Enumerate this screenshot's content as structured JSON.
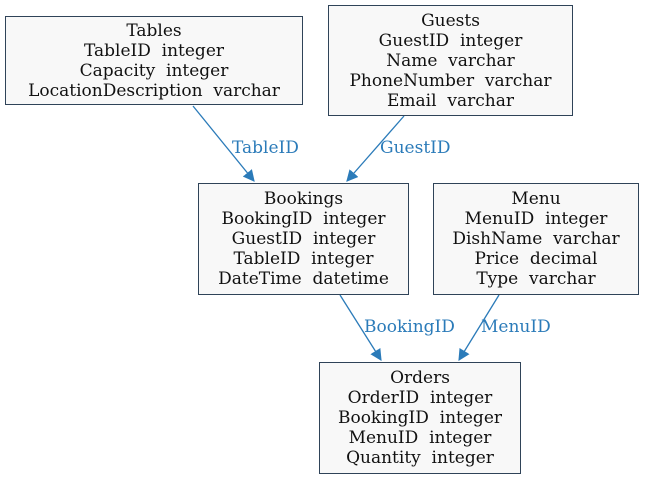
{
  "colors": {
    "node_fill": "#f8f8f8",
    "node_border": "#2f4358",
    "edge": "#2b7bb9",
    "edge_label": "#2b7bb9",
    "text": "#111111"
  },
  "tables": {
    "tables": {
      "title": "Tables",
      "fields": [
        "TableID  integer",
        "Capacity  integer",
        "LocationDescription  varchar"
      ]
    },
    "guests": {
      "title": "Guests",
      "fields": [
        "GuestID  integer",
        "Name  varchar",
        "PhoneNumber  varchar",
        "Email  varchar"
      ]
    },
    "bookings": {
      "title": "Bookings",
      "fields": [
        "BookingID  integer",
        "GuestID  integer",
        "TableID  integer",
        "DateTime  datetime"
      ]
    },
    "menu": {
      "title": "Menu",
      "fields": [
        "MenuID  integer",
        "DishName  varchar",
        "Price  decimal",
        "Type  varchar"
      ]
    },
    "orders": {
      "title": "Orders",
      "fields": [
        "OrderID  integer",
        "BookingID  integer",
        "MenuID  integer",
        "Quantity  integer"
      ]
    }
  },
  "relations": {
    "tables_bookings": {
      "from": "Tables",
      "to": "Bookings",
      "label": "TableID"
    },
    "guests_bookings": {
      "from": "Guests",
      "to": "Bookings",
      "label": "GuestID"
    },
    "bookings_orders": {
      "from": "Bookings",
      "to": "Orders",
      "label": "BookingID"
    },
    "menu_orders": {
      "from": "Menu",
      "to": "Orders",
      "label": "MenuID"
    }
  }
}
